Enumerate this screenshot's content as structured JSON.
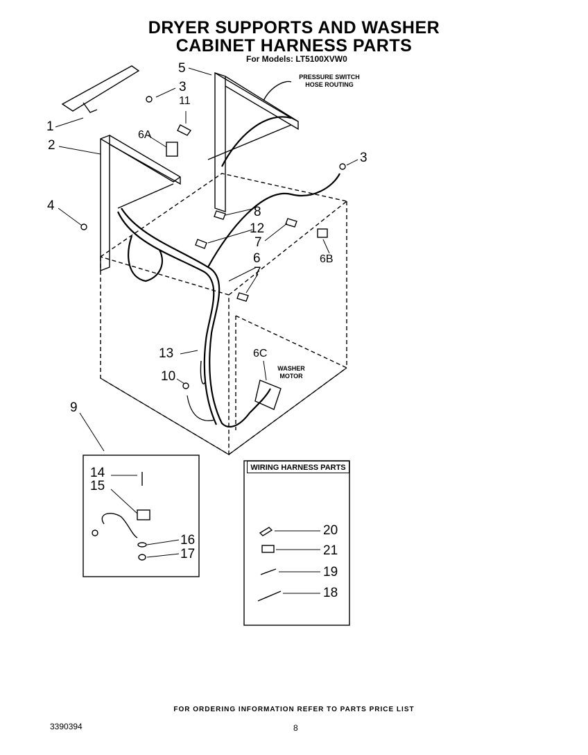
{
  "title_line1": "DRYER SUPPORTS AND WASHER",
  "title_line2": "CABINET HARNESS PARTS",
  "models": "For Models: LT5100XVW0",
  "notes": {
    "pressure_switch_1": "PRESSURE SWITCH",
    "pressure_switch_2": "HOSE ROUTING",
    "washer_motor_1": "WASHER",
    "washer_motor_2": "MOTOR"
  },
  "callouts": {
    "c1": "1",
    "c2": "2",
    "c3a": "3",
    "c3b": "3",
    "c4": "4",
    "c5": "5",
    "c6": "6",
    "c6a": "6A",
    "c6b": "6B",
    "c6c": "6C",
    "c7a": "7",
    "c7b": "7",
    "c8": "8",
    "c9": "9",
    "c10": "10",
    "c11": "11",
    "c12": "12",
    "c13": "13",
    "c14": "14",
    "c15": "15",
    "c16": "16",
    "c17": "17",
    "c18": "18",
    "c19": "19",
    "c20": "20",
    "c21": "21"
  },
  "wiring_box_title": "WIRING HARNESS PARTS",
  "footer": "FOR ORDERING INFORMATION REFER TO PARTS PRICE LIST",
  "doc_number": "3390394",
  "page_number": "8"
}
